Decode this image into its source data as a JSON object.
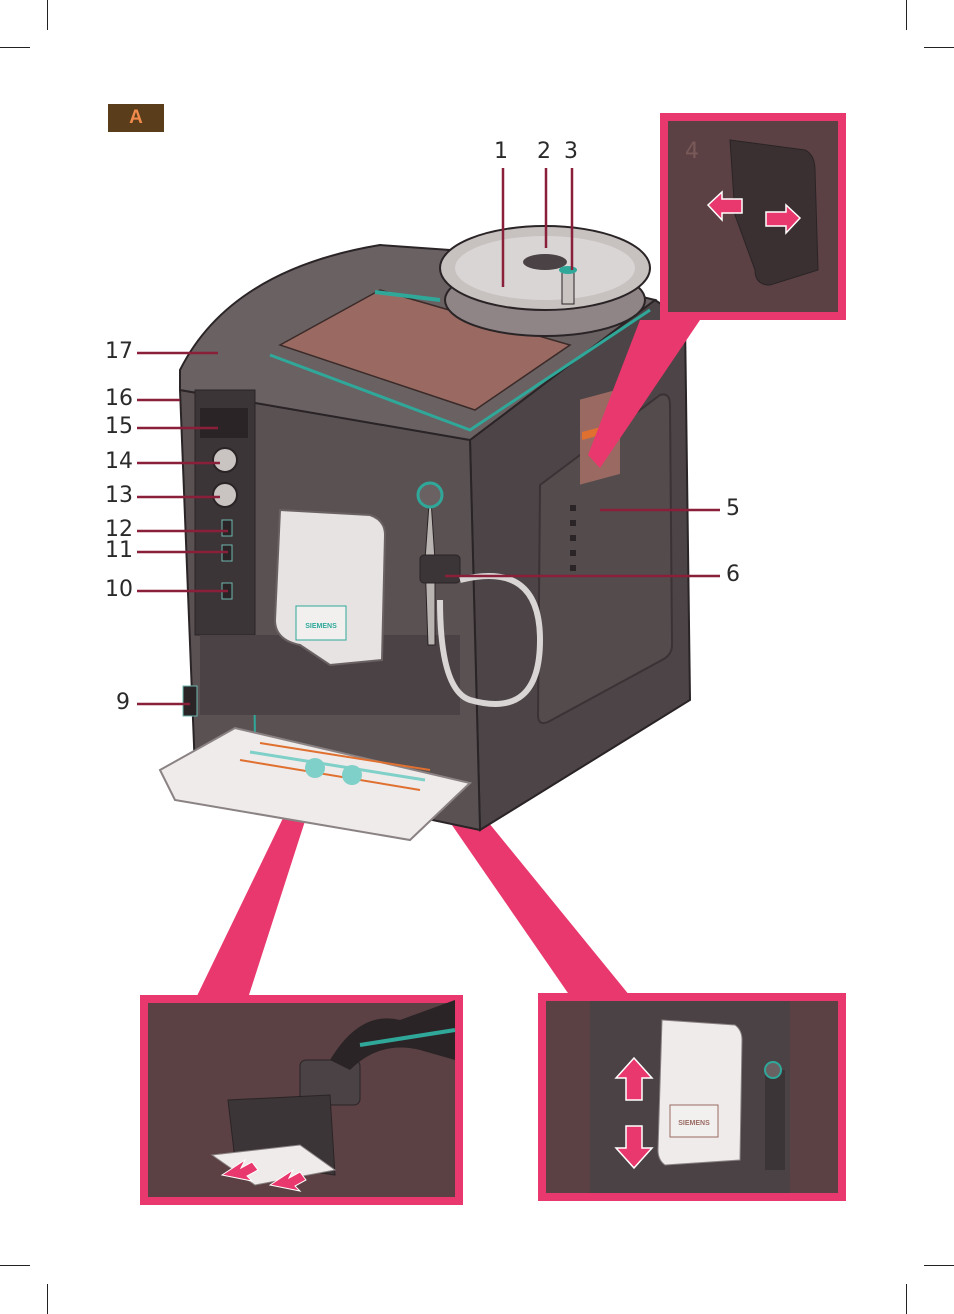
{
  "figure_label": "A",
  "brand": "SIEMENS",
  "callouts": {
    "c1": "1",
    "c2": "2",
    "c3": "3",
    "c4": "4",
    "c5": "5",
    "c6": "6",
    "c9": "9",
    "c10": "10",
    "c11": "11",
    "c12": "12",
    "c13": "13",
    "c14": "14",
    "c15": "15",
    "c16": "16",
    "c17": "17"
  },
  "colors": {
    "body": "#4c4446",
    "top_panel": "#9a6a62",
    "accent_pink": "#e8386e",
    "leader": "#8a1f3a",
    "teal": "#2fa89a",
    "inset_bg": "#5b4144"
  }
}
